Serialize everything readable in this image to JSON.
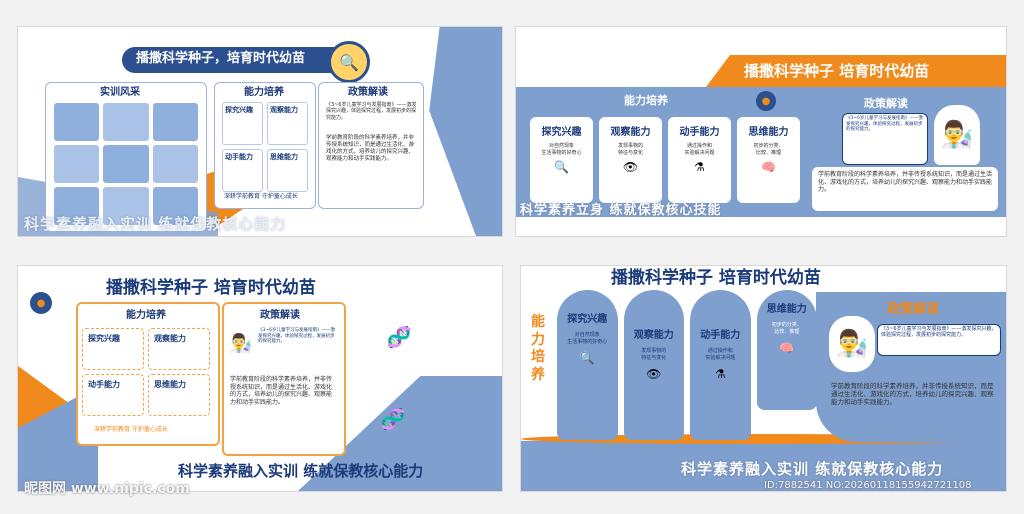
{
  "colors": {
    "blue": "#7f9fce",
    "orange": "#f08a1c",
    "navy": "#1b3b7a"
  },
  "title": "播撒科学种子，培育时代幼苗",
  "title_script": "播撒科学种子  培育时代幼苗",
  "slogan": "科学素养融入实训  练就保教核心能力",
  "slogan2": "科学素养立身  练就保教核心技能",
  "ability_title": "能力培养",
  "policy_title": "政策解读",
  "training_title": "实训风采",
  "abilities": [
    {
      "name": "探究兴趣",
      "desc": "对自然现象\n生活事物的好奇心"
    },
    {
      "name": "观察能力",
      "desc": "发现事物的\n特征与变化"
    },
    {
      "name": "动手能力",
      "desc": "通过操作和\n实验解决问题"
    },
    {
      "name": "思维能力",
      "desc": "初步的分类、\n比较、推理"
    }
  ],
  "policy_quote": "《3~6岁儿童学习与发展指南》——激发探究兴趣，体验探究过程，发展初步的探究能力。",
  "policy_body": "学前教育阶段的科学素养培养，并非传授系统知识，而是通过生活化、游戏化的方式，培养幼儿的探究兴趣、观察能力和动手实践能力。",
  "footer_tag": "深耕学前教育  守护童心成长",
  "watermark": {
    "site": "昵图网 www.nipic.com",
    "id": "ID:7882541 NO:20260118155942721108"
  }
}
